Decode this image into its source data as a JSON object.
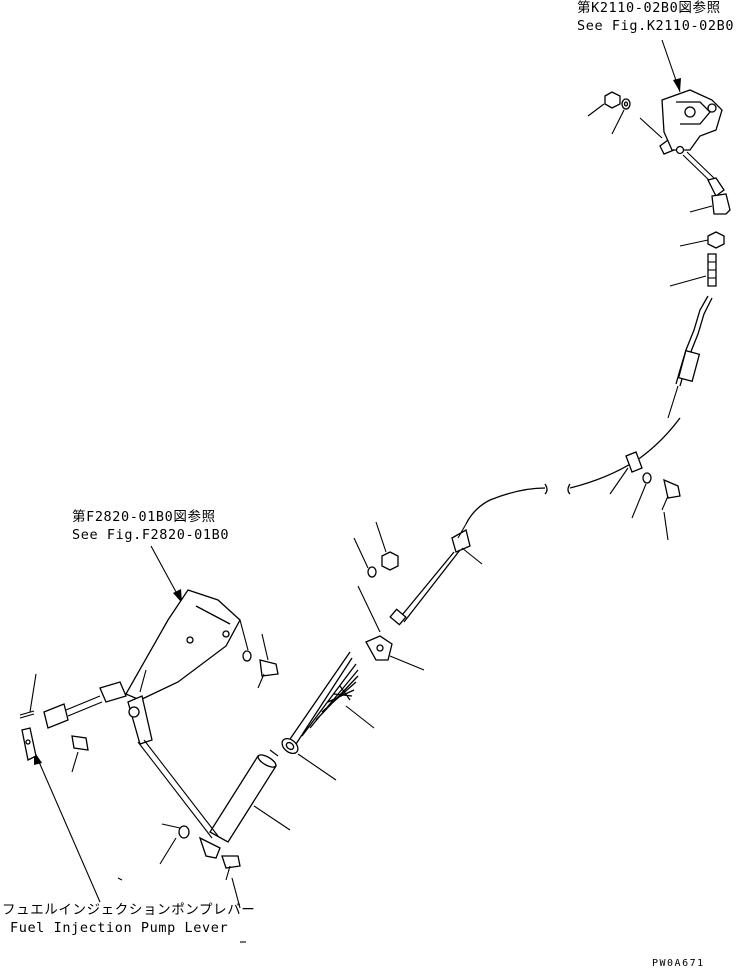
{
  "references": {
    "top_right": {
      "jp": "第K2110-02B0図参照",
      "en": "See Fig.K2110-02B0"
    },
    "left": {
      "jp": "第F2820-01B0図参照",
      "en": "See Fig.F2820-01B0"
    }
  },
  "callout": {
    "jp": "フュエルインジェクションポンプレバー",
    "en": "Fuel Injection Pump Lever"
  },
  "drawing_code": "PW0A671"
}
